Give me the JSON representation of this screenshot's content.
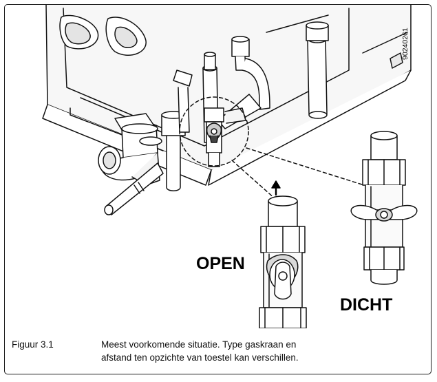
{
  "figure": {
    "reference_code": "90240261",
    "label_open": "OPEN",
    "label_closed": "DICHT"
  },
  "caption": {
    "label": "Figuur 3.1",
    "line1": "Meest voorkomende situatie. Type gaskraan en",
    "line2": "afstand ten opzichte van toestel kan verschillen."
  }
}
